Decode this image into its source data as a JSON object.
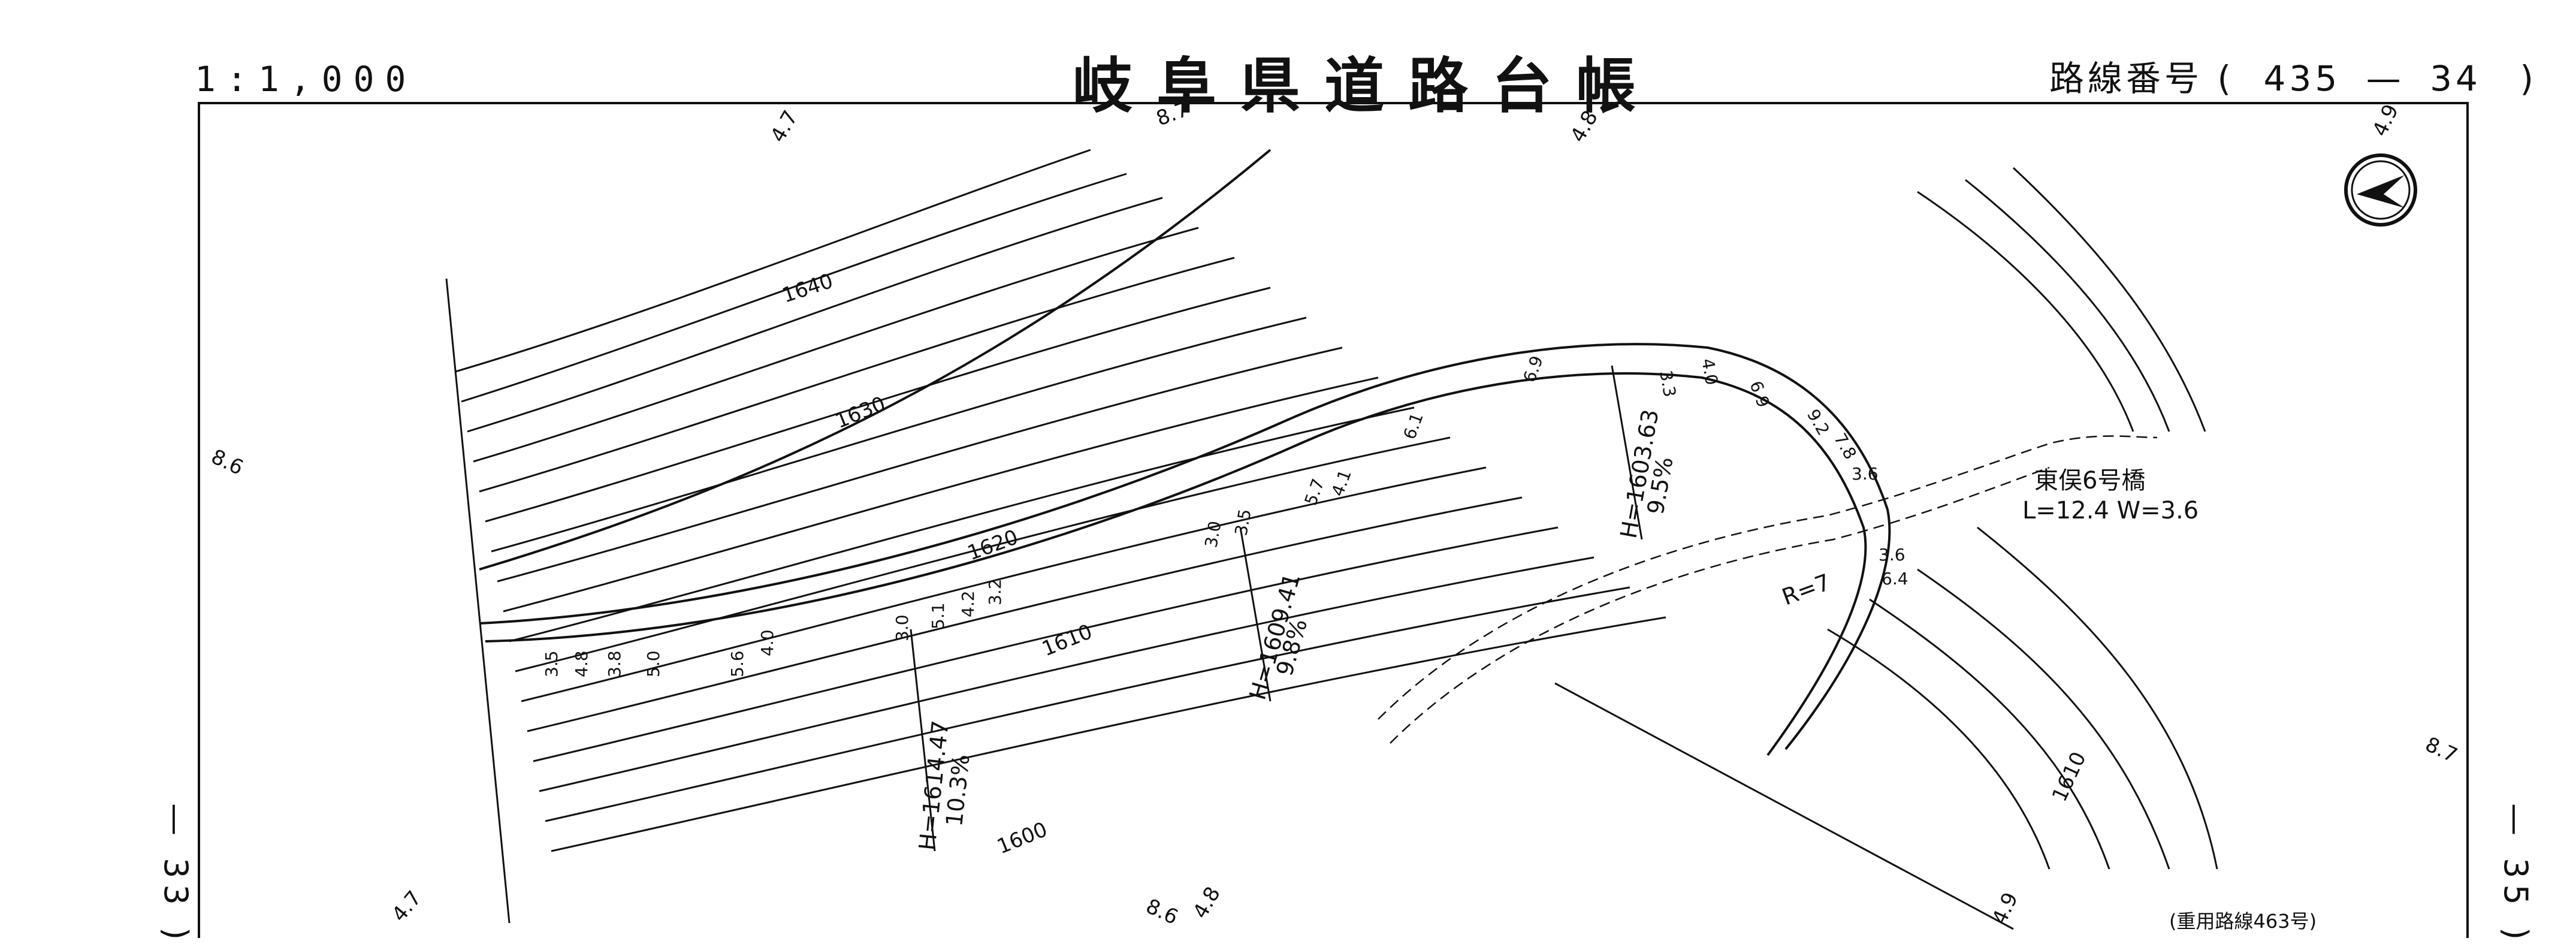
{
  "header": {
    "scale": "1:1,000",
    "title": "岐阜県道路台帳",
    "route_label": "路線番号",
    "route_open": "(",
    "route_number": "435",
    "route_dash": "—",
    "route_sheet": "34",
    "route_close": ")"
  },
  "margins": {
    "left_sheet": "— 33 )",
    "right_sheet": "— 35 )"
  },
  "map": {
    "contours": [
      "1640",
      "1630",
      "1620",
      "1610",
      "1600",
      "1610"
    ],
    "grid_marks": [
      "4.7",
      "8.7",
      "4.8",
      "4.9",
      "8.6",
      "8.7",
      "4.7",
      "8.6",
      "4.8",
      "4.9"
    ],
    "bridge": {
      "name": "東俣6号橋",
      "dimensions": "L=12.4  W=3.6"
    },
    "grades": [
      {
        "elevation": "H=1614.47",
        "grade": "10.3%"
      },
      {
        "elevation": "H=1609.41",
        "grade": "9.8%"
      },
      {
        "elevation": "H=1603.63",
        "grade": "9.5%"
      }
    ],
    "radius": "R=7",
    "road_widths": [
      "3.5",
      "4.8",
      "3.8",
      "5.0",
      "5.6",
      "4.0",
      "3.0",
      "5.1",
      "4.2",
      "3.2",
      "3.0",
      "3.5",
      "5.7",
      "4.1",
      "6.1",
      "6.9",
      "3.3",
      "4.0",
      "6.9",
      "9.2",
      "7.8",
      "3.6",
      "3.6",
      "6.4"
    ],
    "overlap_note": "(重用路線463号)"
  },
  "icons": {
    "north_arrow": "compass-north-icon"
  }
}
